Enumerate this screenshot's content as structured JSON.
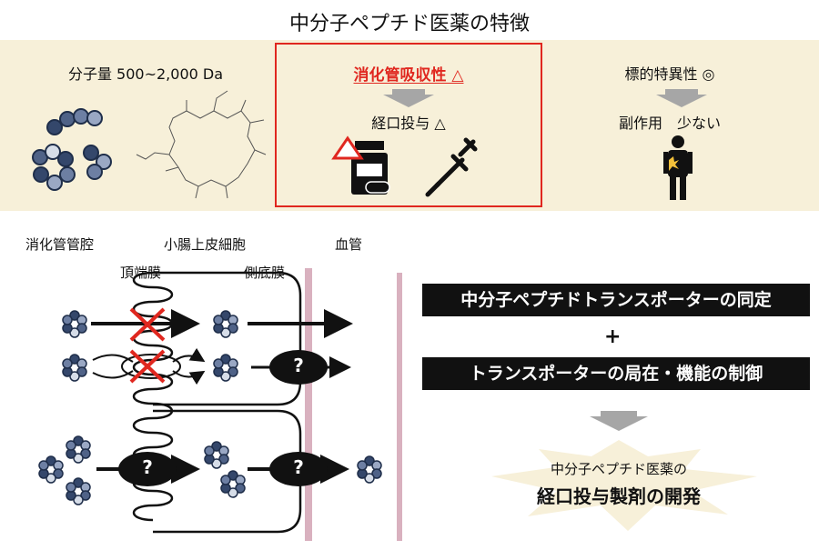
{
  "title": "中分子ペプチド医薬の特徴",
  "features": {
    "molecular_weight": "分子量 500~2,000 Da",
    "absorption": "消化管吸収性 △",
    "oral": "経口投与 △",
    "specificity": "標的特異性 ◎",
    "side_effects": "副作用　少ない"
  },
  "diagram": {
    "lumen": "消化管管腔",
    "epithelial": "小腸上皮細胞",
    "vessel": "血管",
    "apical": "頂端膜",
    "basolateral": "側底膜",
    "unknown": "?"
  },
  "right": {
    "box1": "中分子ペプチドトランスポーターの同定",
    "plus": "+",
    "box2": "トランスポーターの局在・機能の制御",
    "goal_line1": "中分子ペプチド医薬の",
    "goal_line2": "経口投与製剤の開発"
  },
  "colors": {
    "band_bg": "#f7f0d9",
    "highlight_red": "#e0271f",
    "vessel_pink": "#d9b1bf",
    "arrow_gray": "#a6a6a6",
    "bead_dark": "#3a4f73",
    "bead_light": "#d6dde8"
  }
}
